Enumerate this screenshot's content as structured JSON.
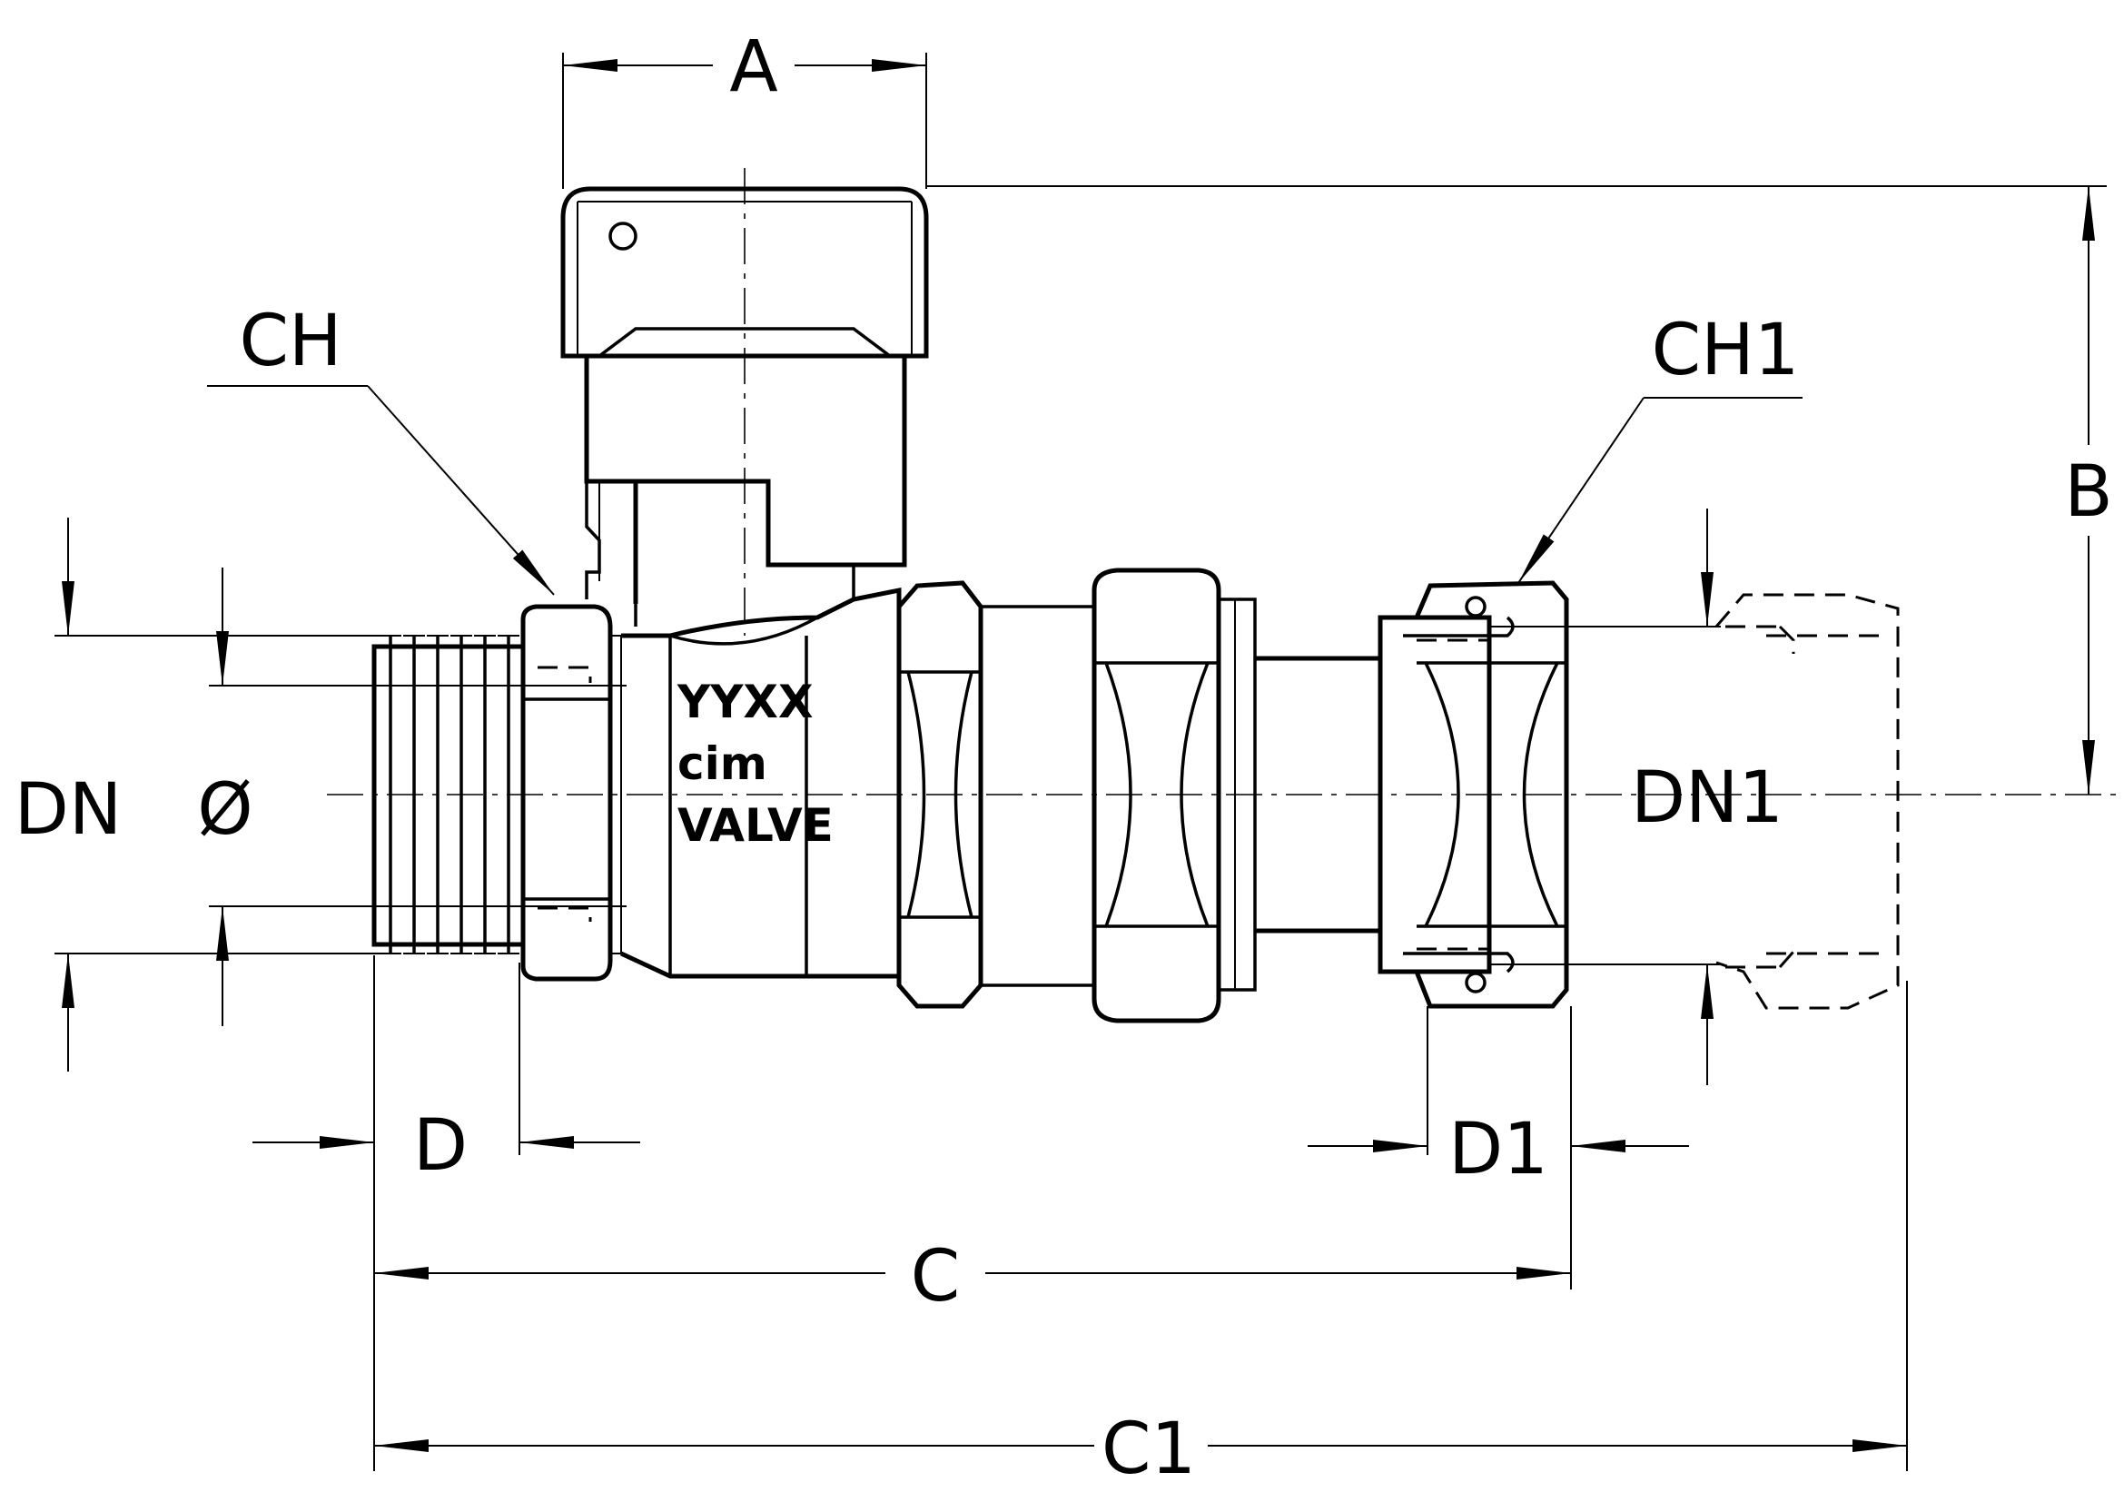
{
  "labels": {
    "A": "A",
    "B": "B",
    "C": "C",
    "C1": "C1",
    "CH": "CH",
    "CH1": "CH1",
    "D": "D",
    "D1": "D1",
    "DN": "DN",
    "DN1": "DN1",
    "phi": "Ø"
  },
  "body_marking": {
    "line1": "YYXX",
    "line2": "cim",
    "line3": "VALVE"
  }
}
